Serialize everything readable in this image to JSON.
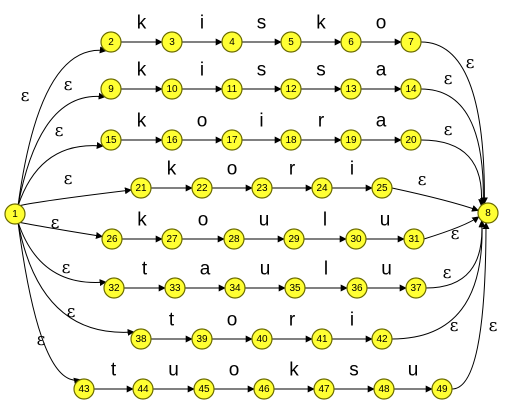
{
  "start_state": "1",
  "final_state": "8",
  "epsilon_label": "ε",
  "words": [
    {
      "letters": [
        "k",
        "i",
        "s",
        "k",
        "o"
      ],
      "states": [
        "2",
        "3",
        "4",
        "5",
        "6",
        "7"
      ]
    },
    {
      "letters": [
        "k",
        "i",
        "s",
        "s",
        "a"
      ],
      "states": [
        "9",
        "10",
        "11",
        "12",
        "13",
        "14"
      ]
    },
    {
      "letters": [
        "k",
        "o",
        "i",
        "r",
        "a"
      ],
      "states": [
        "15",
        "16",
        "17",
        "18",
        "19",
        "20"
      ]
    },
    {
      "letters": [
        "k",
        "o",
        "r",
        "i"
      ],
      "states": [
        "21",
        "22",
        "23",
        "24",
        "25"
      ]
    },
    {
      "letters": [
        "k",
        "o",
        "u",
        "l",
        "u"
      ],
      "states": [
        "26",
        "27",
        "28",
        "29",
        "30",
        "31"
      ]
    },
    {
      "letters": [
        "t",
        "a",
        "u",
        "l",
        "u"
      ],
      "states": [
        "32",
        "33",
        "34",
        "35",
        "36",
        "37"
      ]
    },
    {
      "letters": [
        "t",
        "o",
        "r",
        "i"
      ],
      "states": [
        "38",
        "39",
        "40",
        "41",
        "42"
      ]
    },
    {
      "letters": [
        "t",
        "u",
        "o",
        "k",
        "s",
        "u"
      ],
      "states": [
        "43",
        "44",
        "45",
        "46",
        "47",
        "48",
        "49"
      ]
    }
  ],
  "colors": {
    "node_fill": "#ffff33",
    "node_stroke": "#6b6b00",
    "edge": "#000000"
  }
}
